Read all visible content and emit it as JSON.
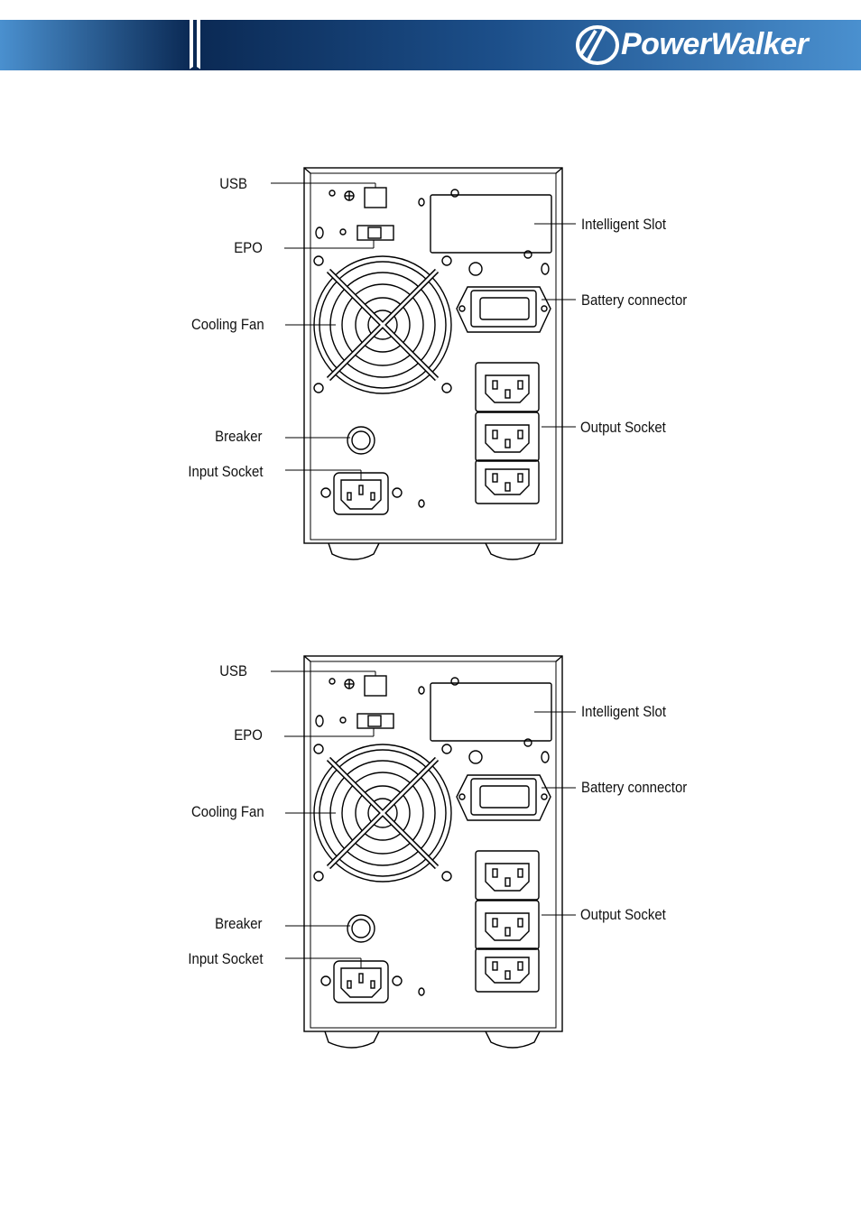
{
  "header": {
    "brand": "PowerWalker",
    "colors": {
      "dark": "#0b2a55",
      "light": "#4a90cf"
    }
  },
  "diagrams": [
    {
      "labels": {
        "usb": "USB",
        "epo": "EPO",
        "cooling_fan": "Cooling Fan",
        "breaker": "Breaker",
        "input_socket": "Input Socket",
        "intelligent_slot": "Intelligent Slot",
        "battery_connector": "Battery connector",
        "output_socket": "Output Socket"
      }
    },
    {
      "labels": {
        "usb": "USB",
        "epo": "EPO",
        "cooling_fan": "Cooling Fan",
        "breaker": "Breaker",
        "input_socket": "Input Socket",
        "intelligent_slot": "Intelligent Slot",
        "battery_connector": "Battery connector",
        "output_socket": "Output Socket"
      }
    }
  ]
}
